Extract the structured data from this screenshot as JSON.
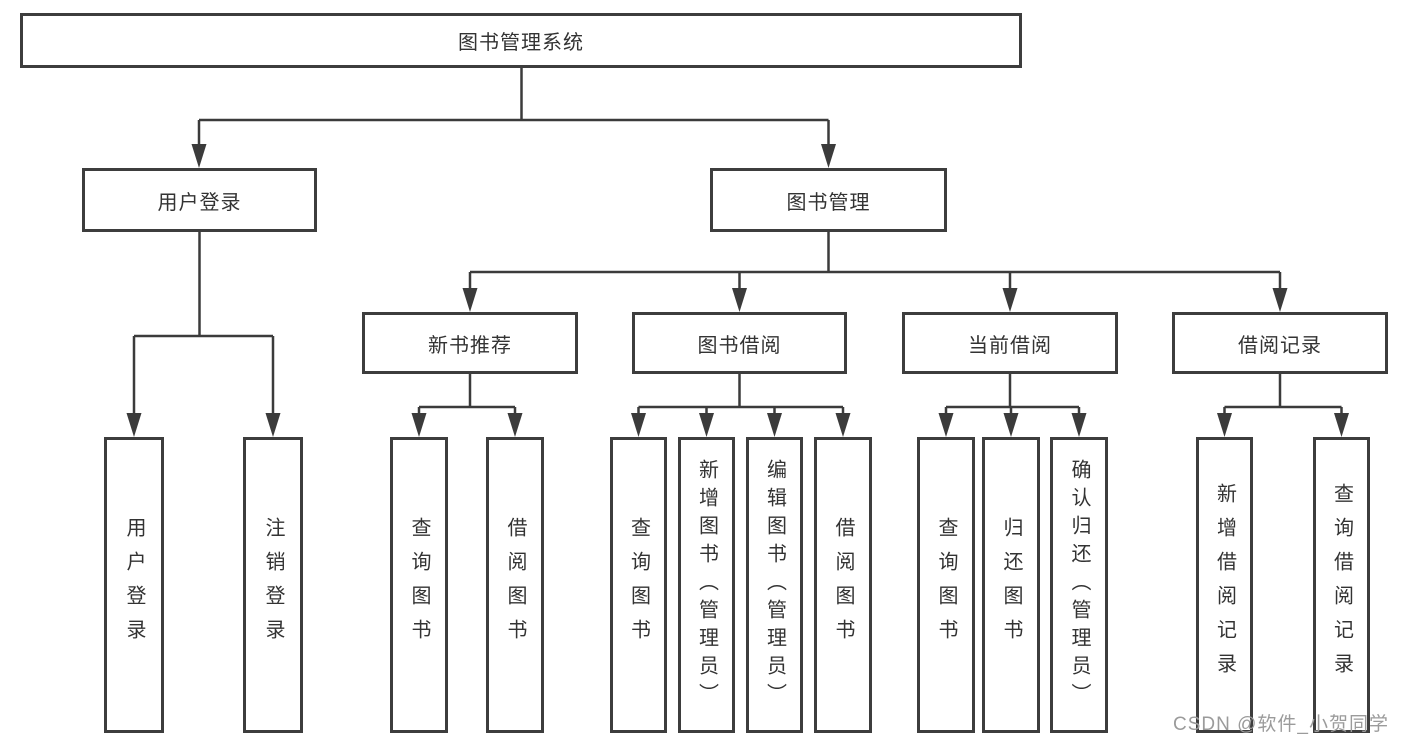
{
  "diagram": {
    "root": {
      "label": "图书管理系统"
    },
    "level2": [
      {
        "label": "用户登录"
      },
      {
        "label": "图书管理"
      }
    ],
    "level3": [
      {
        "label": "新书推荐"
      },
      {
        "label": "图书借阅"
      },
      {
        "label": "当前借阅"
      },
      {
        "label": "借阅记录"
      }
    ],
    "leaves": {
      "user_login": [
        {
          "label": "用户登录"
        },
        {
          "label": "注销登录"
        }
      ],
      "new_book_recommend": [
        {
          "label": "查询图书"
        },
        {
          "label": "借阅图书"
        }
      ],
      "book_borrow": [
        {
          "label": "查询图书"
        },
        {
          "label": "新增图书（管理员）"
        },
        {
          "label": "编辑图书（管理员）"
        },
        {
          "label": "借阅图书"
        }
      ],
      "current_borrow": [
        {
          "label": "查询图书"
        },
        {
          "label": "归还图书"
        },
        {
          "label": "确认归还（管理员）"
        }
      ],
      "borrow_record": [
        {
          "label": "新增借阅记录"
        },
        {
          "label": "查询借阅记录"
        }
      ]
    }
  },
  "watermark": {
    "text": "CSDN @软件_小贺同学"
  },
  "colors": {
    "line": "#3b3b3b",
    "box_border": "#3d3d3d",
    "text": "#333333",
    "watermark": "#9b9b9b",
    "background": "#ffffff"
  }
}
